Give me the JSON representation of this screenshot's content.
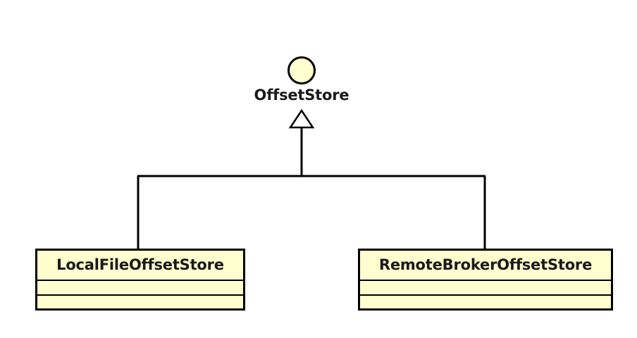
{
  "diagram": {
    "type": "uml-class-diagram",
    "background_color": "#FFFFFF",
    "node_fill_color": "#FEFECE",
    "border_color": "#000000",
    "text_color": "#1A1A1A",
    "relationship": "generalization",
    "interface": {
      "name": "OffsetStore",
      "stereotype_icon": "interface-circle-icon"
    },
    "classes": [
      {
        "name": "LocalFileOffsetStore",
        "attributes": [],
        "operations": []
      },
      {
        "name": "RemoteBrokerOffsetStore",
        "attributes": [],
        "operations": []
      }
    ]
  }
}
